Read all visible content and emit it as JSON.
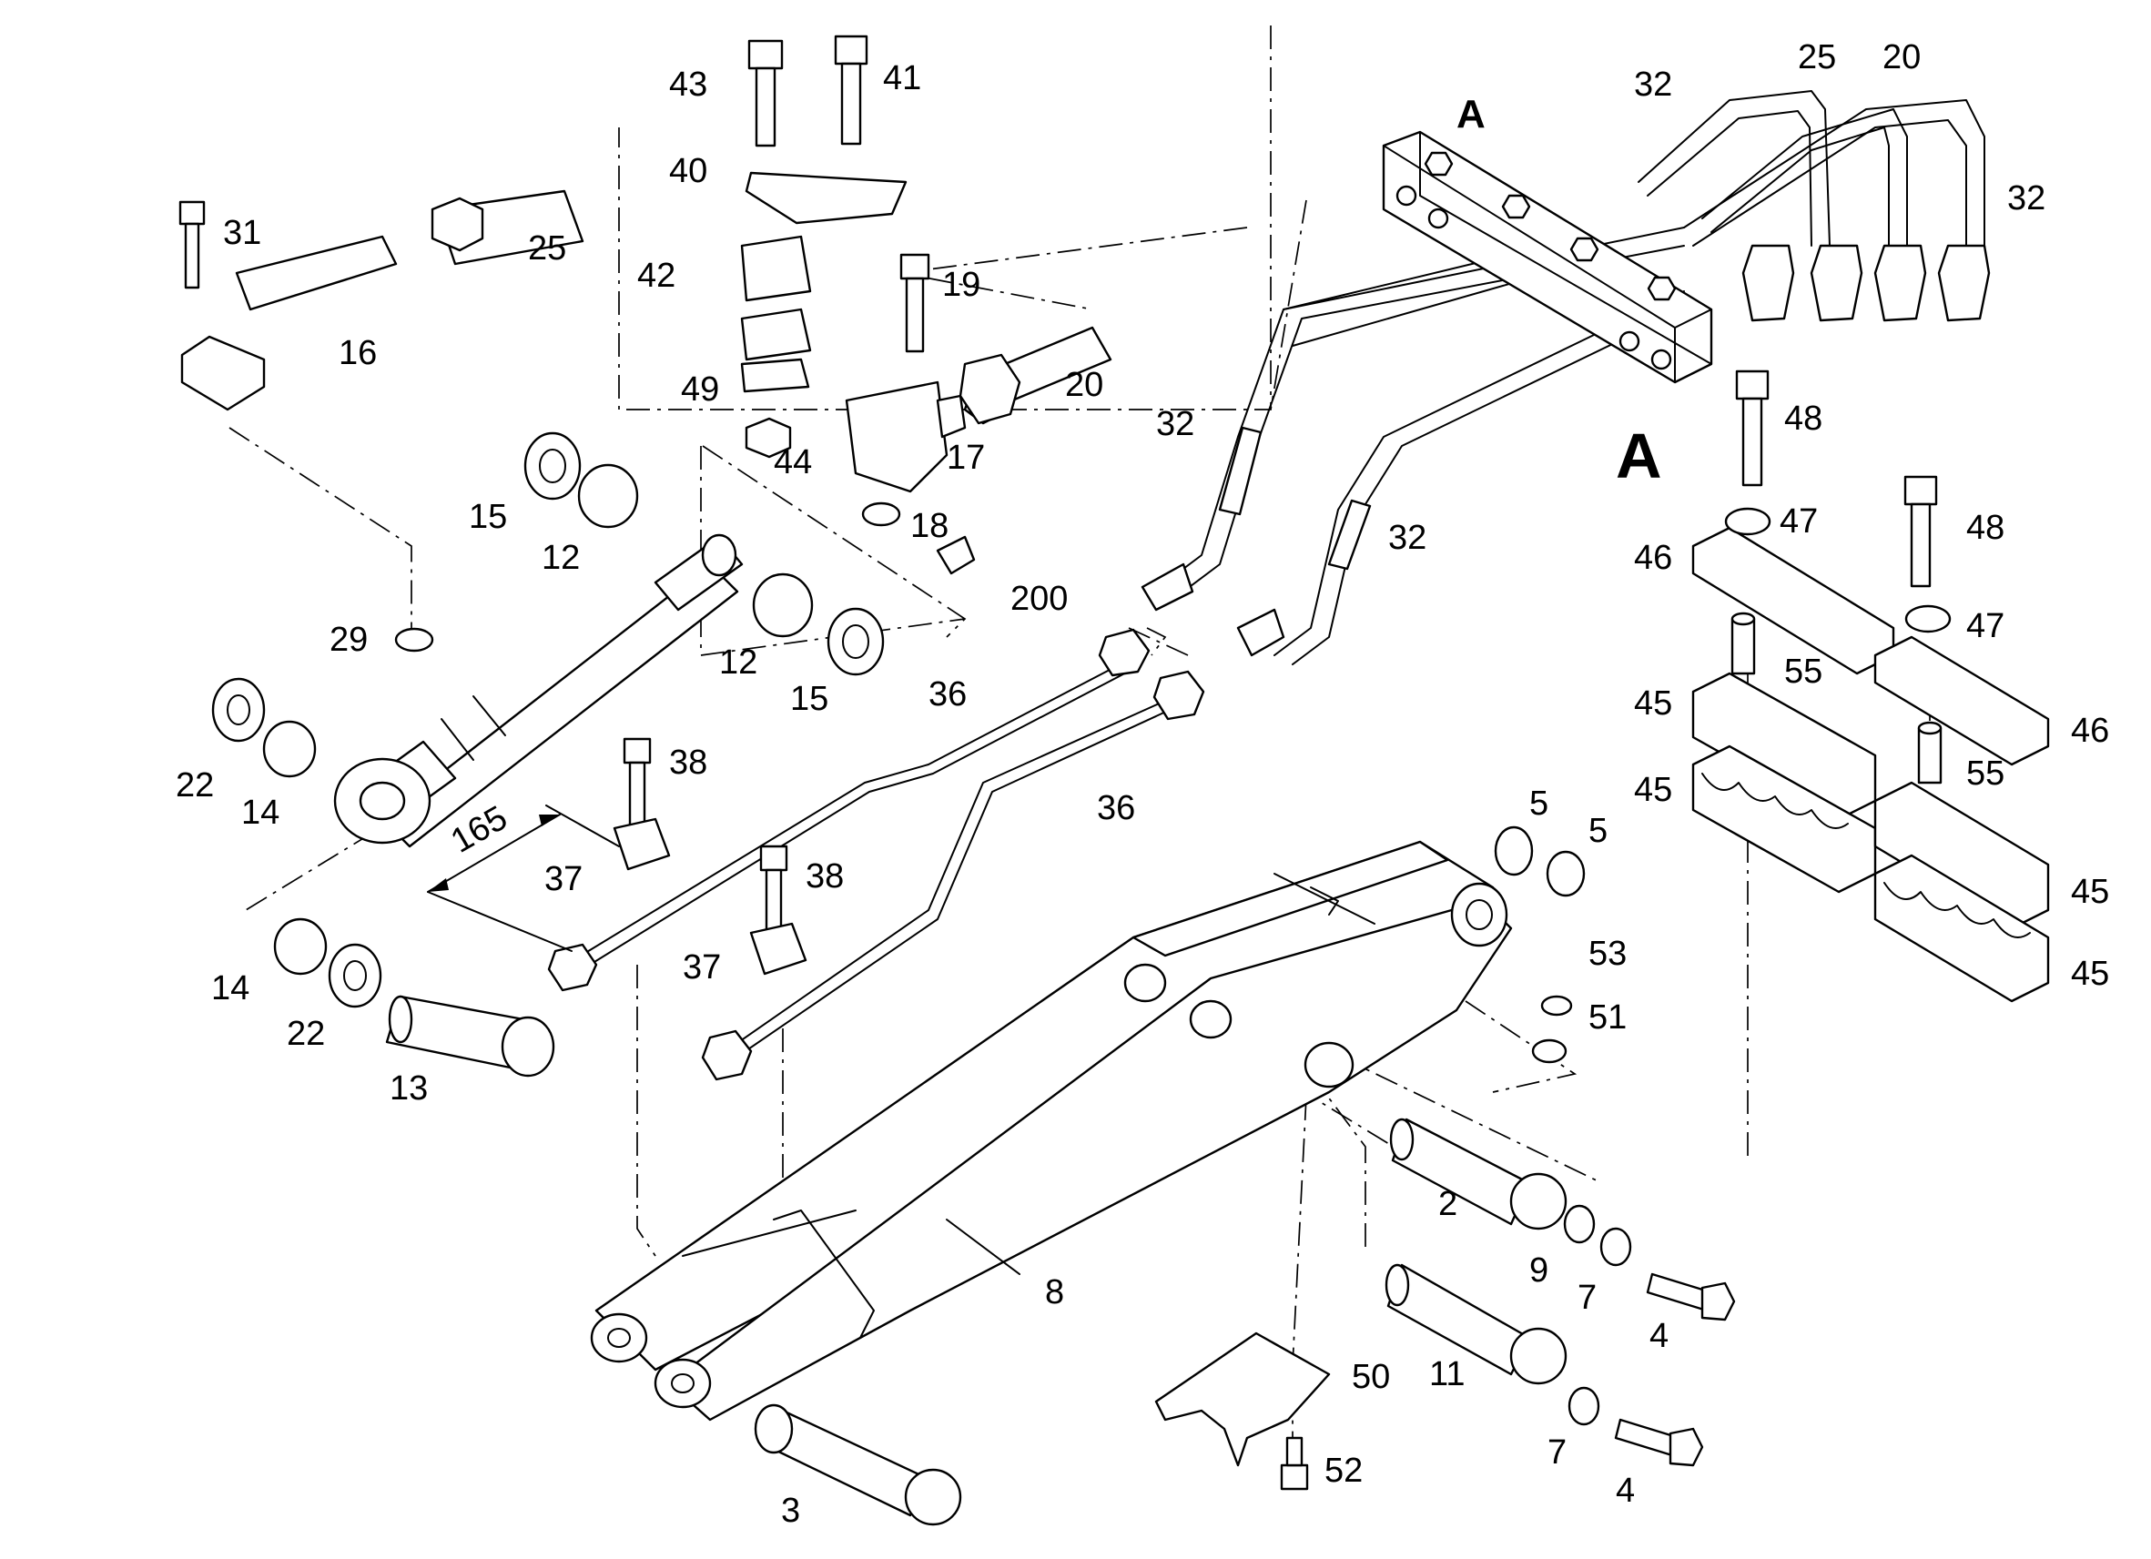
{
  "diagram": {
    "view_letters": [
      "A",
      "A"
    ],
    "dimension": "165",
    "callouts": [
      "43",
      "41",
      "40",
      "42",
      "49",
      "44",
      "31",
      "16",
      "25",
      "19",
      "20",
      "17",
      "18",
      "200",
      "15",
      "12",
      "12",
      "15",
      "29",
      "22",
      "14",
      "14",
      "22",
      "13",
      "36",
      "36",
      "38",
      "37",
      "38",
      "37",
      "32",
      "25",
      "20",
      "32",
      "32",
      "32",
      "48",
      "47",
      "46",
      "55",
      "45",
      "45",
      "48",
      "47",
      "46",
      "55",
      "45",
      "45",
      "5",
      "5",
      "53",
      "51",
      "2",
      "9",
      "7",
      "4",
      "11",
      "7",
      "4",
      "8",
      "50",
      "52",
      "3"
    ]
  }
}
